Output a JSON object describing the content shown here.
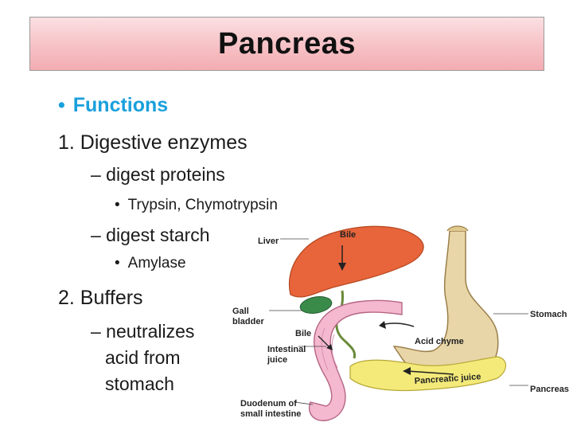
{
  "slide": {
    "title": "Pancreas",
    "bullets": {
      "functions_heading": "Functions",
      "item1": "1. Digestive enzymes",
      "sub1": "– digest proteins",
      "sub1_detail": "Trypsin, Chymotrypsin",
      "sub2": "– digest starch",
      "sub2_detail": "Amylase",
      "item2": "2. Buffers",
      "sub3_line1": "– neutralizes",
      "sub3_line2": "acid from",
      "sub3_line3": "stomach"
    },
    "bullet_glyph": "•"
  },
  "diagram": {
    "labels": {
      "liver": "Liver",
      "bile_top": "Bile",
      "gall": "Gall",
      "bladder": "bladder",
      "bile_lower": "Bile",
      "intestinal": "Intestinal",
      "juice": "juice",
      "stomach": "Stomach",
      "acid_chyme": "Acid chyme",
      "pancreatic_juice": "Pancreatic juice",
      "pancreas": "Pancreas",
      "duodenum": "Duodenum of",
      "small_intestine": "small intestine"
    },
    "colors": {
      "liver": "#e8643a",
      "stomach": "#e8d6a8",
      "gallbladder": "#3a8a4a",
      "pancreas": "#f3ea7a",
      "duodenum": "#f4b8cf"
    }
  }
}
